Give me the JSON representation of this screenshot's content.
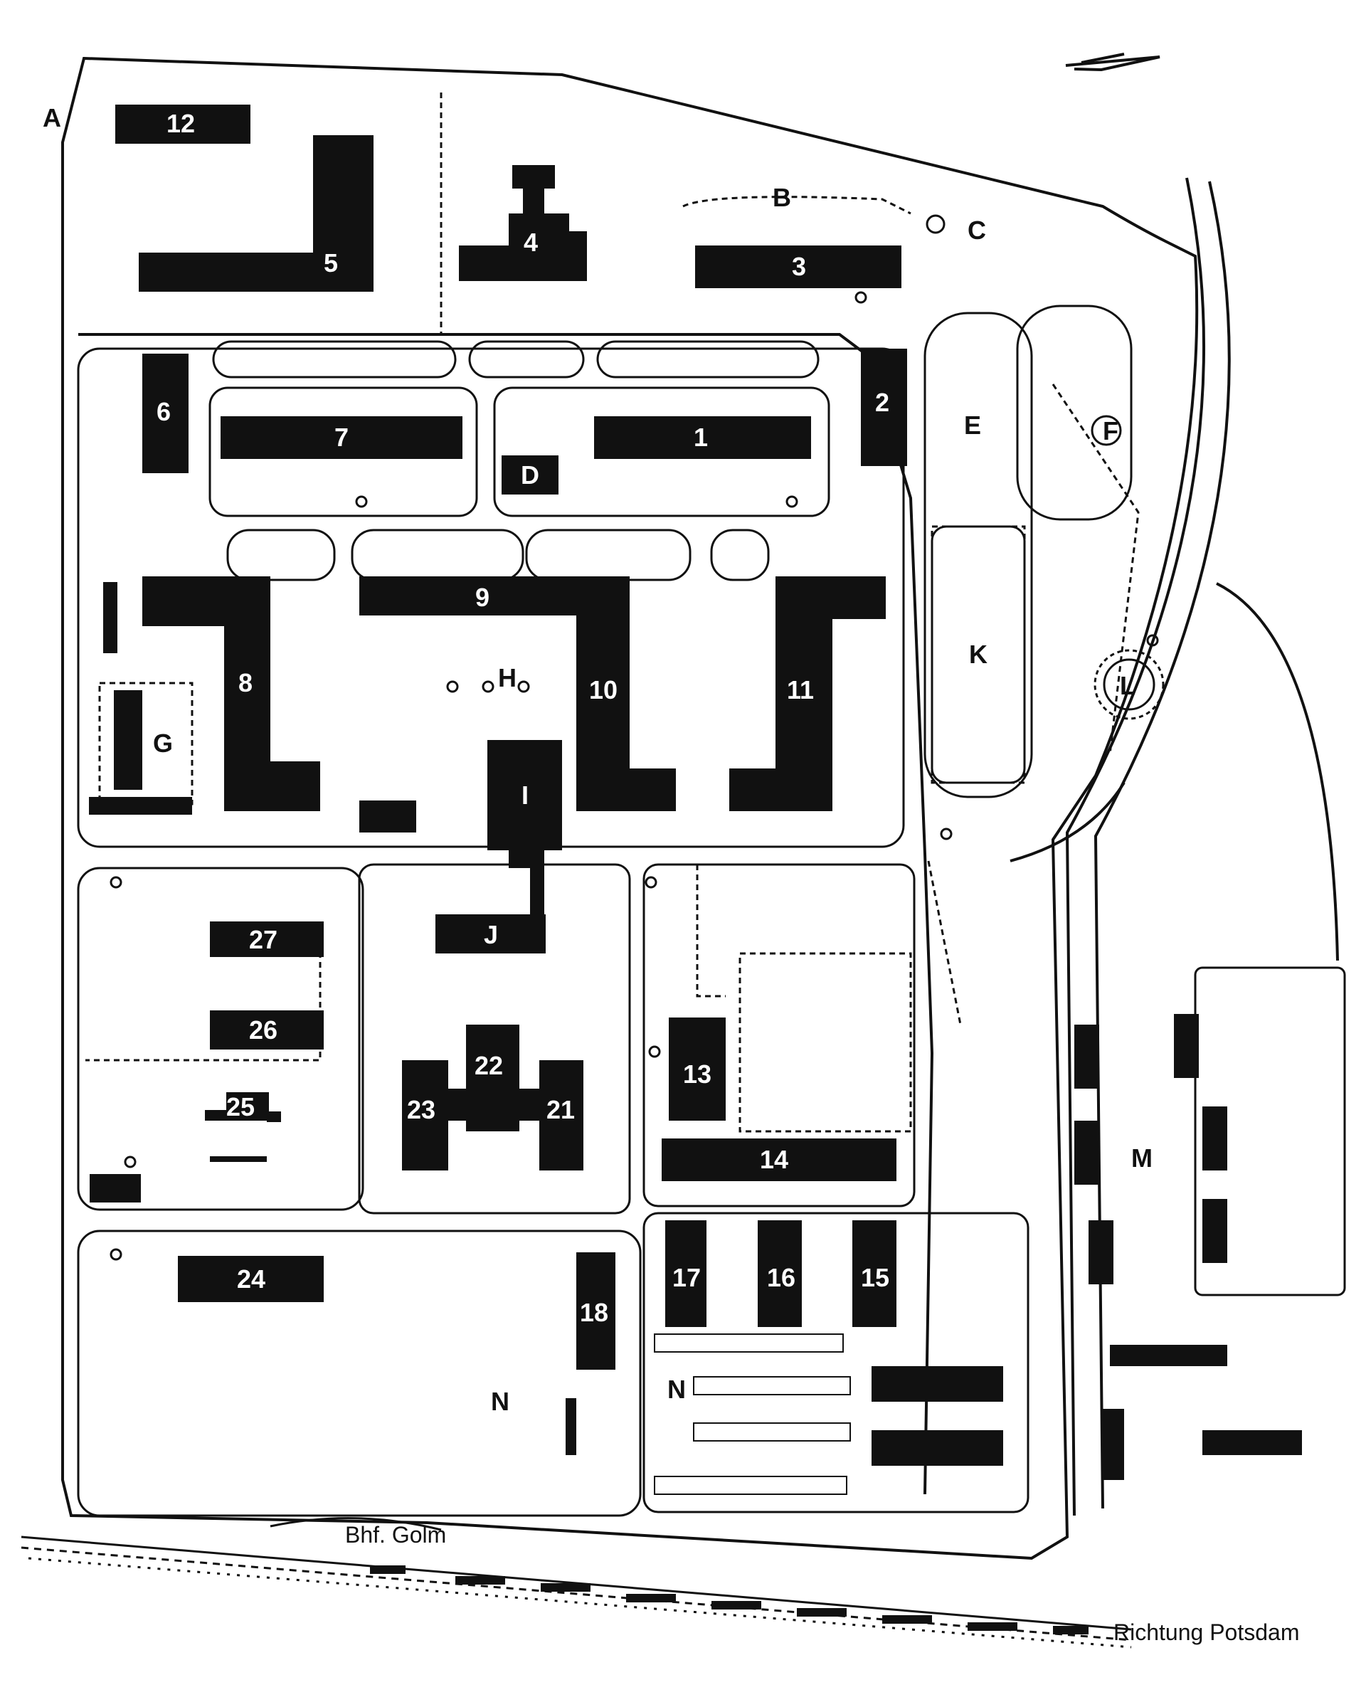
{
  "map": {
    "annotations": {
      "station": "Bhf. Golm",
      "direction": "Richtung Potsdam"
    },
    "buildings": {
      "b1": "1",
      "b2": "2",
      "b3": "3",
      "b4": "4",
      "b5": "5",
      "b6": "6",
      "b7": "7",
      "b8": "8",
      "b9": "9",
      "b10": "10",
      "b11": "11",
      "b12": "12",
      "b13": "13",
      "b14": "14",
      "b15": "15",
      "b16": "16",
      "b17": "17",
      "b18": "18",
      "b21": "21",
      "b22": "22",
      "b23": "23",
      "b24": "24",
      "b25": "25",
      "b26": "26",
      "b27": "27"
    },
    "areas": {
      "A": "A",
      "B": "B",
      "C": "C",
      "D": "D",
      "E": "E",
      "F": "F",
      "G": "G",
      "H": "H",
      "I": "I",
      "J": "J",
      "K": "K",
      "L": "L",
      "M": "M",
      "N1": "N",
      "N2": "N"
    },
    "colors": {
      "building": "#111111",
      "line": "#111111",
      "background": "#ffffff"
    }
  }
}
